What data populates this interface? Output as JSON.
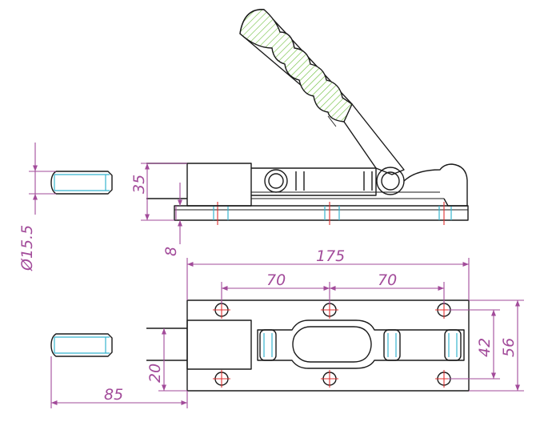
{
  "drawing": {
    "colors": {
      "outline": "#1a1a1a",
      "dimension": "#a24b9a",
      "centerline": "#e03030",
      "thread": "#36b5cf",
      "hatch": "#6cbf3a"
    },
    "dimensions": {
      "overall_length": "175",
      "hole_pitch_left": "70",
      "hole_pitch_right": "70",
      "base_width_inner": "42",
      "base_width_outer": "56",
      "plunger_offset": "20",
      "plunger_extension": "85",
      "plunger_diameter": "Ø15.5",
      "plunger_height": "35",
      "base_thickness": "8"
    }
  }
}
